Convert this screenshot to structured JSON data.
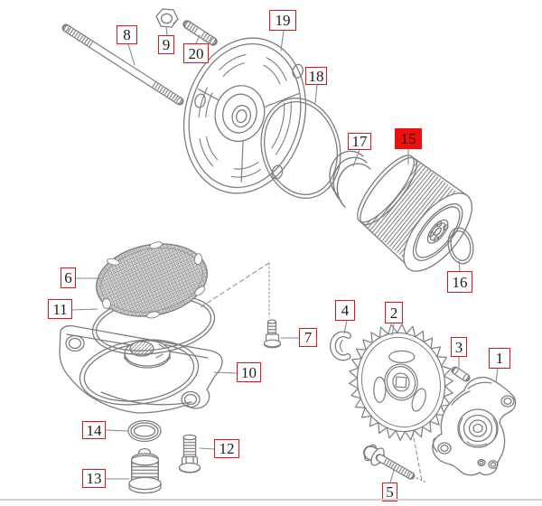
{
  "diagram": {
    "kind": "exploded-parts-diagram",
    "subject": "oil-pump-and-oil-filter-assembly",
    "highlighted_part": "15",
    "colors": {
      "line": "#7d7d7d",
      "label_border": "#e81113",
      "label_highlight_bg": "#ee0f0f",
      "label_text": "#1c1c1c",
      "footer_divider": "#ccd3da"
    },
    "labels": [
      {
        "num": "1",
        "highlighted": false
      },
      {
        "num": "2",
        "highlighted": false
      },
      {
        "num": "3",
        "highlighted": false
      },
      {
        "num": "4",
        "highlighted": false
      },
      {
        "num": "5",
        "highlighted": false
      },
      {
        "num": "6",
        "highlighted": false
      },
      {
        "num": "7",
        "highlighted": false
      },
      {
        "num": "8",
        "highlighted": false
      },
      {
        "num": "9",
        "highlighted": false
      },
      {
        "num": "10",
        "highlighted": false
      },
      {
        "num": "11",
        "highlighted": false
      },
      {
        "num": "12",
        "highlighted": false
      },
      {
        "num": "13",
        "highlighted": false
      },
      {
        "num": "14",
        "highlighted": false
      },
      {
        "num": "15",
        "highlighted": true
      },
      {
        "num": "16",
        "highlighted": false
      },
      {
        "num": "17",
        "highlighted": false
      },
      {
        "num": "18",
        "highlighted": false
      },
      {
        "num": "19",
        "highlighted": false
      },
      {
        "num": "20",
        "highlighted": false
      }
    ]
  }
}
